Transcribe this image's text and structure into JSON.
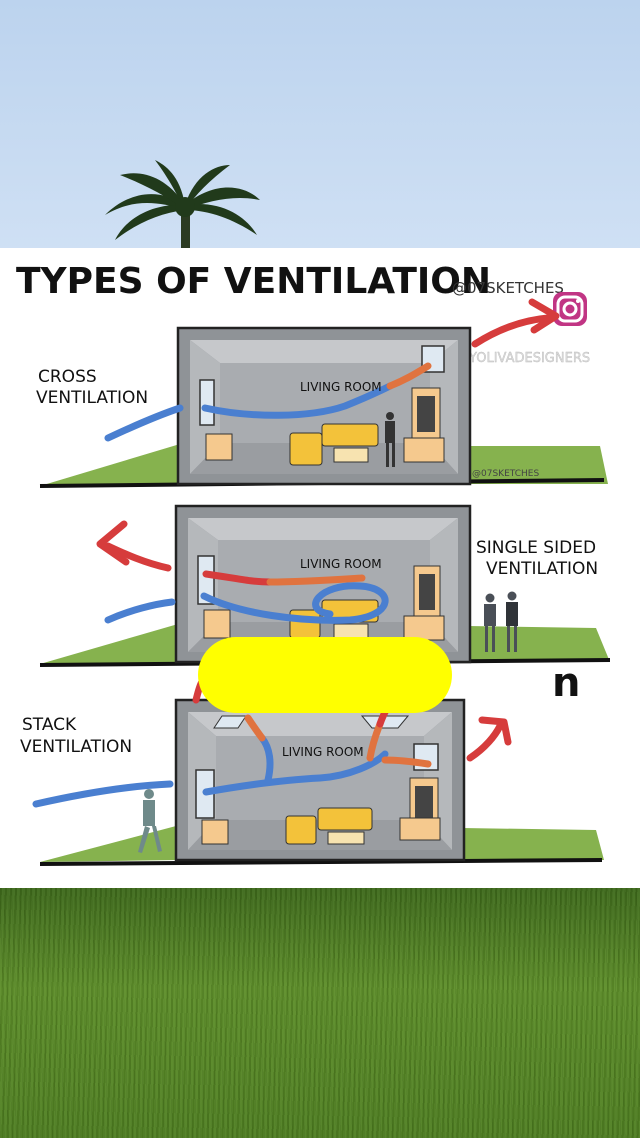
{
  "title": "TYPES OF VENTILATION",
  "handle": "@07SKETCHES",
  "watermark": "@YOLIVADESIGNERS",
  "small_credit": "@07SKETCHES",
  "sections": [
    {
      "label_line1": "CROSS",
      "label_line2": "VENTILATION",
      "room": "LIVING ROOM"
    },
    {
      "label_line1": "SINGLE SIDED",
      "label_line2": "VENTILATION",
      "room": "LIVING ROOM"
    },
    {
      "label_line1": "STACK",
      "label_line2": "VENTILATION",
      "room": "LIVING ROOM"
    }
  ],
  "overlay_glyph": "n",
  "colors": {
    "air_cool": "#4a7fd0",
    "air_warm": "#e0733f",
    "air_hot": "#d63c3c",
    "highlight": "#ffff00",
    "lawn": "#86b24e",
    "wall": "#a9acb0",
    "furniture": "#f3c23a"
  },
  "icons": [
    "palm-tree-icon",
    "instagram-icon",
    "person-icon"
  ]
}
